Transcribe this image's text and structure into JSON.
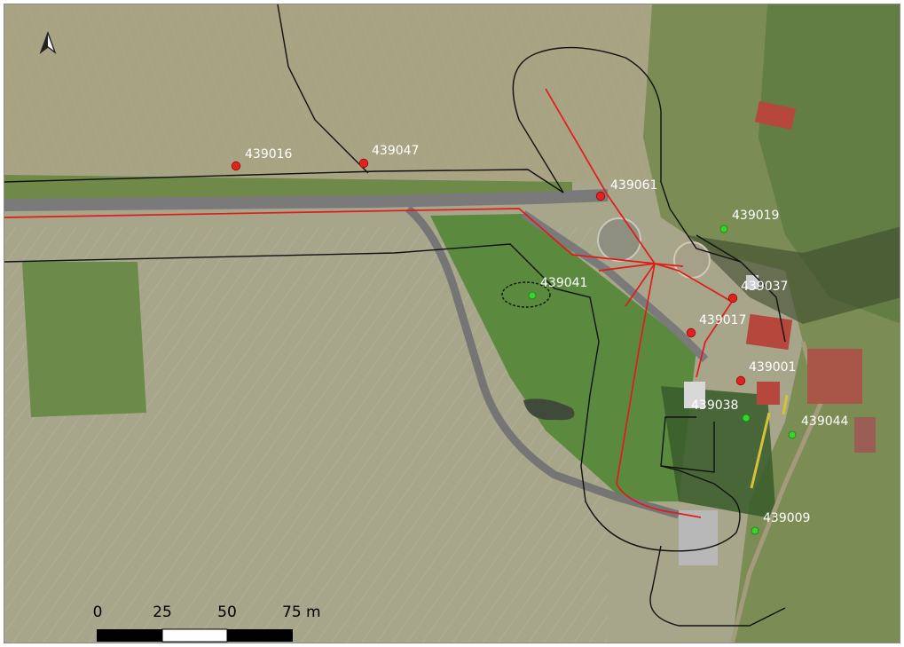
{
  "colors": {
    "field": "#a7a58a",
    "meadow": "#7d8f5a",
    "green_area": "#5f8a44",
    "road": "#767676",
    "black_line": "#111111",
    "red_line": "#e11b1b",
    "point_red": "#e3211f",
    "point_green": "#33d62a",
    "building_red": "#b5473d",
    "building_grey": "#b8b8b8",
    "label": "#ffffff"
  },
  "north_arrow": {
    "icon": "north-arrow-icon"
  },
  "points": [
    {
      "id": "439016",
      "label": "439016",
      "status": "red"
    },
    {
      "id": "439047",
      "label": "439047",
      "status": "red"
    },
    {
      "id": "439061",
      "label": "439061",
      "status": "red"
    },
    {
      "id": "439019",
      "label": "439019",
      "status": "green"
    },
    {
      "id": "439041",
      "label": "439041",
      "status": "green"
    },
    {
      "id": "439037",
      "label": "439037",
      "status": "red"
    },
    {
      "id": "439017",
      "label": "439017",
      "status": "red"
    },
    {
      "id": "439001",
      "label": "439001",
      "status": "red"
    },
    {
      "id": "439038",
      "label": "439038",
      "status": "green"
    },
    {
      "id": "439044",
      "label": "439044",
      "status": "green"
    },
    {
      "id": "439009",
      "label": "439009",
      "status": "green"
    }
  ],
  "scale_bar": {
    "labels": [
      "0",
      "25",
      "50",
      "75 m"
    ],
    "segments": [
      "black",
      "white",
      "black"
    ]
  }
}
